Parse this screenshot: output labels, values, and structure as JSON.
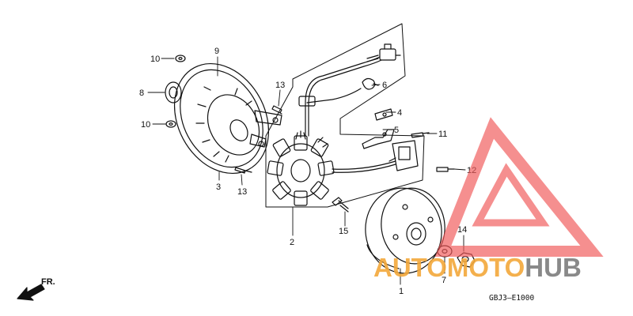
{
  "diagram": {
    "callouts": {
      "c1": "1",
      "c2": "2",
      "c3": "3",
      "c4": "4",
      "c5": "5",
      "c6": "6",
      "c7": "7",
      "c8": "8",
      "c9": "9",
      "c10a": "10",
      "c10b": "10",
      "c11": "11",
      "c12": "12",
      "c13a": "13",
      "c13b": "13",
      "c14": "14",
      "c15": "15"
    },
    "front_label": "FR.",
    "drawing_code": "GBJ3–E1000"
  },
  "watermark": {
    "part1": "AUTO",
    "part2": "MOTO",
    "part3": "HUB",
    "colors": {
      "triangle": "#f05a5a",
      "orange": "#f3a83a",
      "gray": "#7d7d7d"
    }
  }
}
